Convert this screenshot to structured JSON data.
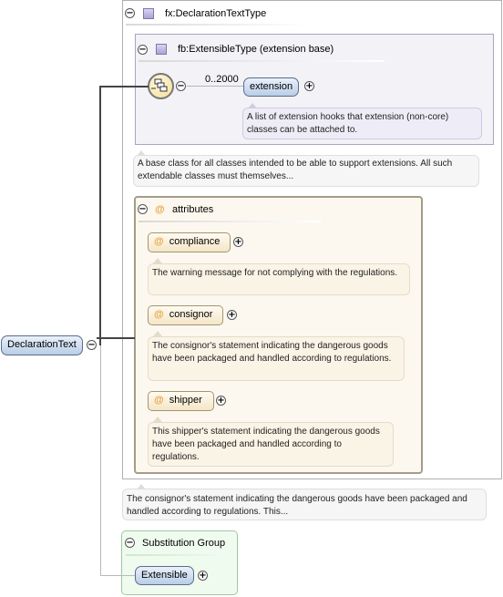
{
  "root": {
    "label": "DeclarationText"
  },
  "type_box": {
    "title": "fx:DeclarationTextType",
    "doc": "A base class for all classes intended to be able to support extensions. All such extendable classes must themselves..."
  },
  "base_box": {
    "title": "fb:ExtensibleType (extension base)",
    "cardinality": "0..2000",
    "element": "extension",
    "doc": "A list of extension hooks that extension (non-core) classes can be attached to."
  },
  "attributes": {
    "title": "attributes",
    "items": [
      {
        "name": "compliance",
        "doc": "The warning message for not complying with the regulations."
      },
      {
        "name": "consignor",
        "doc": "The consignor's statement indicating the dangerous goods have been packaged and handled according to regulations."
      },
      {
        "name": "shipper",
        "doc": "This shipper's statement indicating the dangerous goods have been packaged and handled according to regulations."
      }
    ]
  },
  "element_doc": "The consignor's statement indicating the dangerous goods have been packaged and handled according to regulations. This...",
  "substitution": {
    "title": "Substitution Group",
    "member": "Extensible"
  },
  "symbols": {
    "at": "@",
    "minus": "−",
    "plus": "+"
  },
  "colors": {
    "attr_bg": "#fdf8ef",
    "node_blue": "#b9cde6",
    "sub_bg": "#effbef"
  }
}
